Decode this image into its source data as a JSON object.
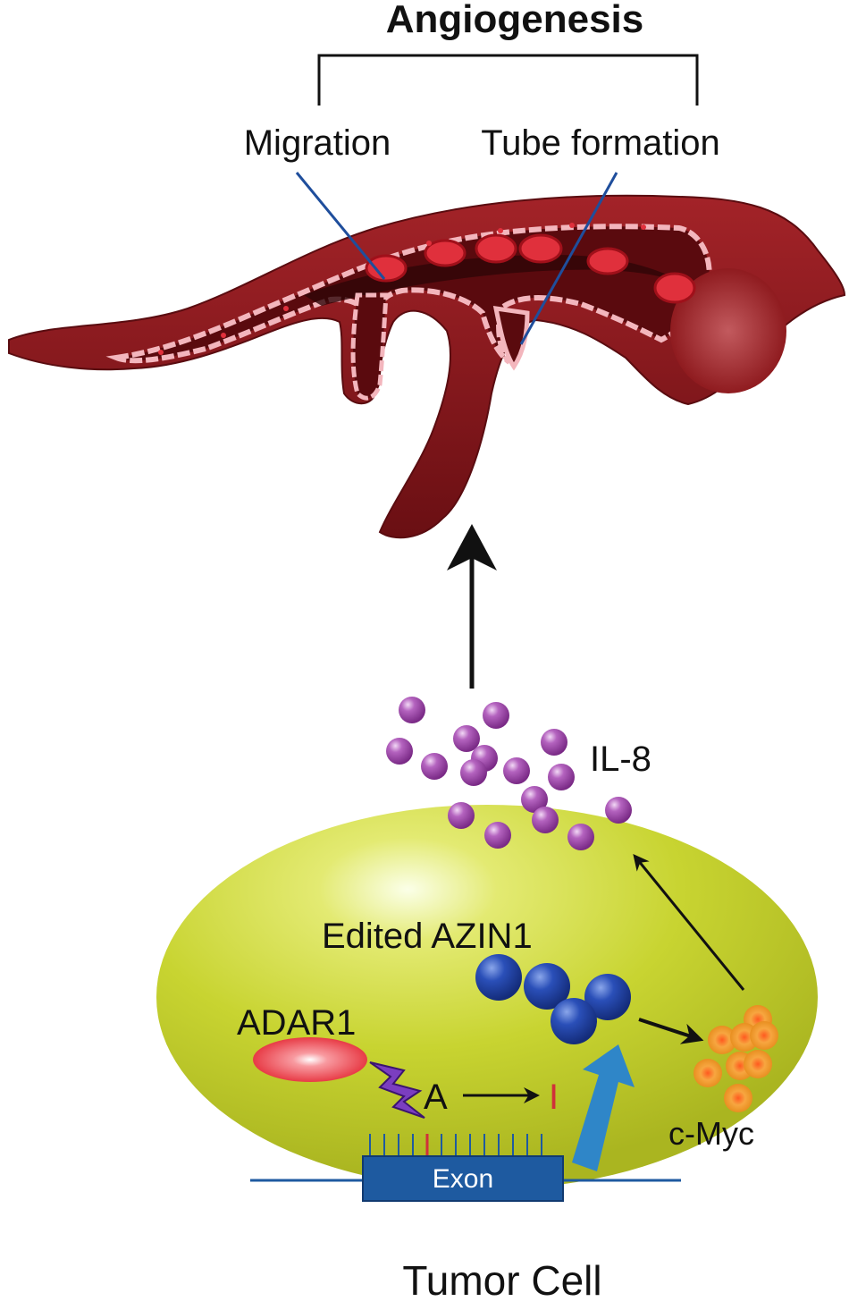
{
  "diagram": {
    "title": "Angiogenesis",
    "branch_left": "Migration",
    "branch_right": "Tube formation",
    "il8": "IL-8",
    "edited_azin1": "Edited AZIN1",
    "adar1": "ADAR1",
    "base_a": "A",
    "base_i": "I",
    "exon": "Exon",
    "cmyc": "c-Myc",
    "cell": "Tumor Cell"
  },
  "colors": {
    "vessel_dark": "#6e1014",
    "vessel_mid": "#8f1b1f",
    "vessel_lumen": "#4a090c",
    "endothelium": "#f3b6bd",
    "rbc": "#e0303c",
    "pointer_line": "#1f4e9c",
    "cell_fill": "#c8d431",
    "il8_purple": "#a64bb0",
    "azin1_blue": "#1e3f9e",
    "adar1_red": "#e8323a",
    "lightning_purple": "#5a2a8c",
    "cmyc_orange": "#f0a030",
    "exon_blue": "#1e5aa0",
    "big_arrow_blue": "#2f86c8",
    "edit_mark_red": "#d0303a"
  },
  "icons": [
    "lightning-icon",
    "up-arrow-icon",
    "curved-arrow-icon"
  ]
}
